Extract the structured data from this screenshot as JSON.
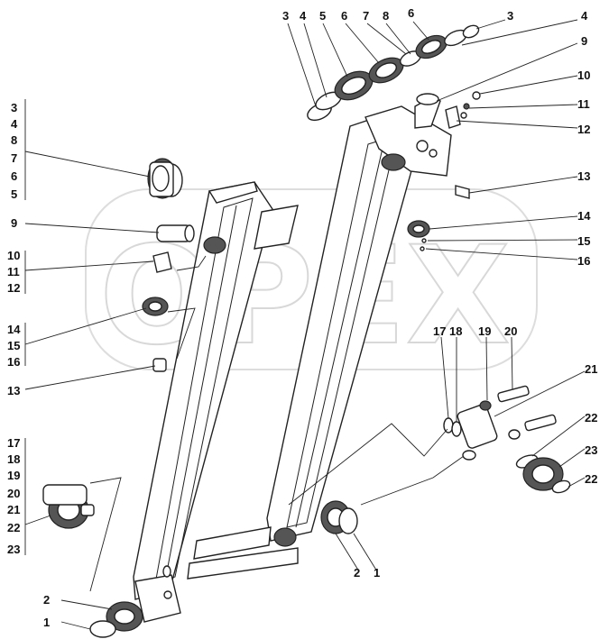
{
  "watermark": "ОРЕХ",
  "left_column": {
    "group_a": [
      "3",
      "4",
      "8",
      "7",
      "6",
      "5"
    ],
    "group_b": [
      "9"
    ],
    "group_c": [
      "10",
      "11",
      "12"
    ],
    "group_d": [
      "14",
      "15",
      "16"
    ],
    "group_e": [
      "13"
    ],
    "group_f": [
      "17",
      "18",
      "19",
      "20",
      "21",
      "22",
      "23"
    ],
    "bottom": [
      "2",
      "1"
    ]
  },
  "top_callouts": [
    "3",
    "4",
    "5",
    "6",
    "7",
    "8",
    "6",
    "3",
    "4",
    "9",
    "10",
    "11",
    "12",
    "13",
    "14",
    "15",
    "16"
  ],
  "mid_callouts": [
    "17",
    "18",
    "19",
    "20",
    "21",
    "22",
    "23",
    "22"
  ],
  "bottom_callouts": [
    "2",
    "1"
  ]
}
